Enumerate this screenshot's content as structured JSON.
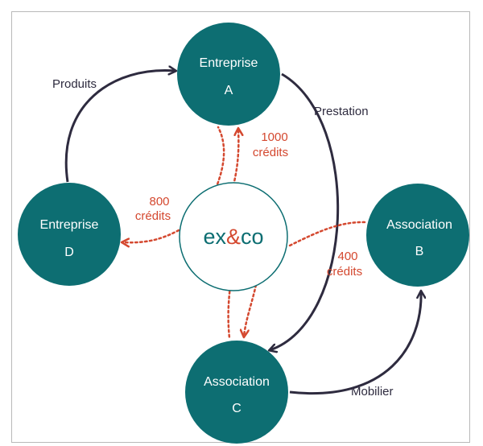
{
  "nodes": {
    "a": {
      "line1": "Entreprise",
      "line2": "A"
    },
    "b": {
      "line1": "Association",
      "line2": "B"
    },
    "c": {
      "line1": "Association",
      "line2": "C"
    },
    "d": {
      "line1": "Entreprise",
      "line2": "D"
    }
  },
  "center": {
    "logo_left": "ex",
    "logo_amp": "&",
    "logo_right": "co"
  },
  "edges": {
    "produits": "Produits",
    "prestation": "Prestation",
    "mobilier": "Mobilier"
  },
  "credits": {
    "a_amount": "1000",
    "a_unit": "crédits",
    "d_amount": "800",
    "d_unit": "crédits",
    "b_amount": "400",
    "b_unit": "crédits"
  },
  "colors": {
    "node_fill": "#0d6e72",
    "center_stroke": "#0d6e72",
    "flow_arrow": "#2e2b3f",
    "credit_arrow": "#d4482f"
  }
}
